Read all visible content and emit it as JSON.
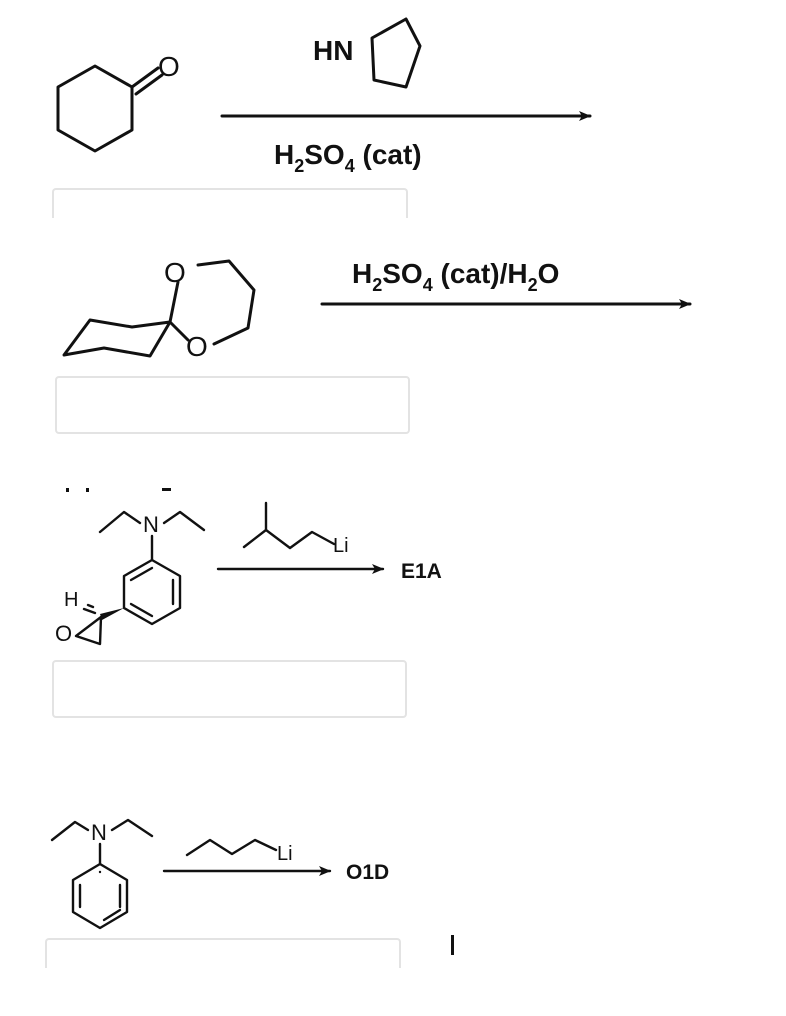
{
  "reactions": [
    {
      "id": "r1",
      "reagent_above_atom": "HN",
      "reagent_below": {
        "base": "H",
        "sub1": "2",
        "mid": "SO",
        "sub2": "4",
        "tail": " (cat)"
      },
      "substrate_atom": "O"
    },
    {
      "id": "r2",
      "reagent_above": {
        "base": "H",
        "sub1": "2",
        "mid": "SO",
        "sub2": "4",
        "mid2": " (cat)/H",
        "sub3": "2",
        "tail": "O"
      },
      "substrate_atoms": [
        "O",
        "O"
      ]
    },
    {
      "id": "r3",
      "reagent_atom": "Li",
      "product_label": "E1A",
      "substrate_atoms": [
        "N",
        "H",
        "O"
      ]
    },
    {
      "id": "r4",
      "reagent_atom": "Li",
      "product_label": "O1D",
      "substrate_atoms": [
        "N"
      ]
    }
  ],
  "answer_boxes": [
    {
      "id": "box-1",
      "value": ""
    },
    {
      "id": "box-2",
      "value": ""
    },
    {
      "id": "box-3",
      "value": ""
    },
    {
      "id": "box-4",
      "value": ""
    }
  ]
}
